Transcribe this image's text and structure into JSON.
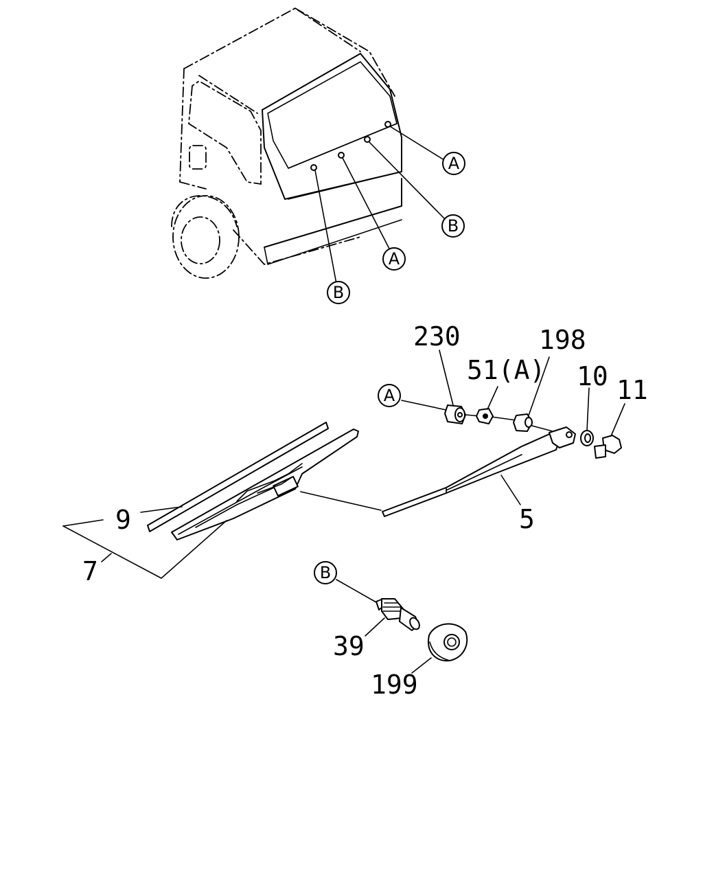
{
  "callouts": {
    "top_a_right": "A",
    "top_b_right": "B",
    "top_a_center": "A",
    "top_b_left": "B",
    "arm_a": "A",
    "nozzle_b": "B"
  },
  "part_numbers": {
    "p230": "230",
    "p51a": "51(A)",
    "p198": "198",
    "p10": "10",
    "p11": "11",
    "p9": "9",
    "p7": "7",
    "p5": "5",
    "p39": "39",
    "p199": "199"
  }
}
